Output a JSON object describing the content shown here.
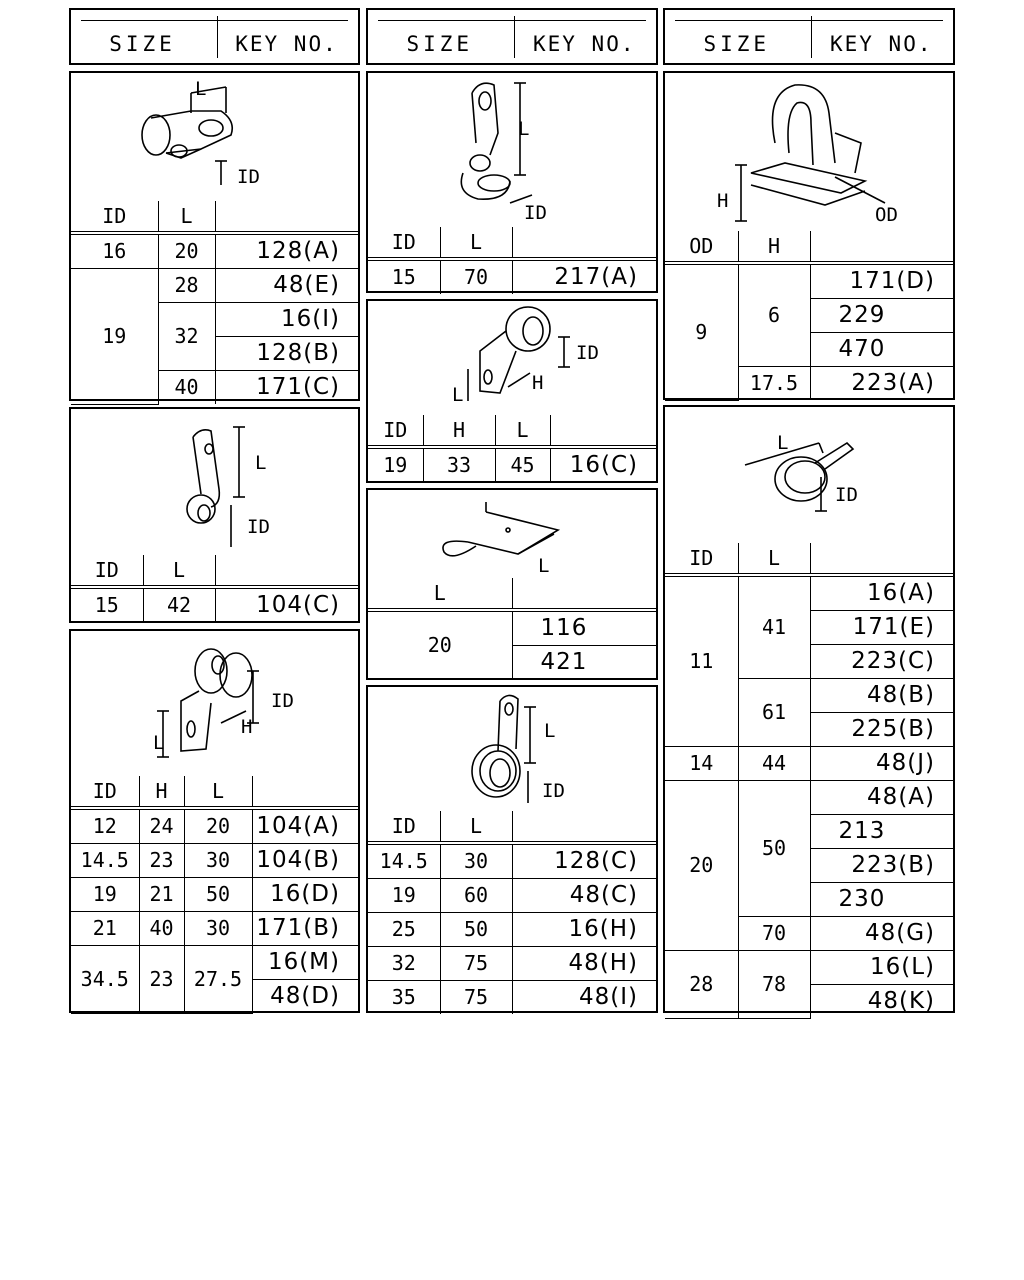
{
  "header": {
    "size": "SIZE",
    "key_no": "KEY NO."
  },
  "clip1": {
    "labels": {
      "l": "L",
      "id": "ID"
    },
    "cols": [
      "ID",
      "L",
      ""
    ],
    "rows": [
      {
        "id": "16",
        "l": "20",
        "key": "128(A)"
      },
      {
        "id": "19",
        "l": "28",
        "key": "48(E)"
      },
      {
        "l": "32",
        "key": "16(I)"
      },
      {
        "key": "128(B)"
      },
      {
        "l": "40",
        "key": "171(C)"
      }
    ]
  },
  "clip2": {
    "labels": {
      "l": "L",
      "id": "ID"
    },
    "cols": [
      "ID",
      "L",
      ""
    ],
    "rows": [
      {
        "id": "15",
        "l": "42",
        "key": "104(C)"
      }
    ]
  },
  "clip3": {
    "labels": {
      "l": "L",
      "id": "ID",
      "h": "H"
    },
    "cols": [
      "ID",
      "H",
      "L",
      ""
    ],
    "rows": [
      {
        "id": "12",
        "h": "24",
        "l": "20",
        "key": "104(A)"
      },
      {
        "id": "14.5",
        "h": "23",
        "l": "30",
        "key": "104(B)"
      },
      {
        "id": "19",
        "h": "21",
        "l": "50",
        "key": "16(D)"
      },
      {
        "id": "21",
        "h": "40",
        "l": "30",
        "key": "171(B)"
      },
      {
        "id": "34.5",
        "h": "23",
        "l": "27.5",
        "key": "16(M)"
      },
      {
        "key": "48(D)"
      }
    ]
  },
  "clip4": {
    "labels": {
      "l": "L",
      "id": "ID"
    },
    "cols": [
      "ID",
      "L",
      ""
    ],
    "rows": [
      {
        "id": "15",
        "l": "70",
        "key": "217(A)"
      }
    ]
  },
  "clip5": {
    "labels": {
      "l": "L",
      "id": "ID",
      "h": "H"
    },
    "cols": [
      "ID",
      "H",
      "L",
      ""
    ],
    "rows": [
      {
        "id": "19",
        "h": "33",
        "l": "45",
        "key": "16(C)"
      }
    ]
  },
  "clip6": {
    "labels": {
      "l": "L"
    },
    "cols": [
      "L",
      ""
    ],
    "rows": [
      {
        "l": "20",
        "key": "116"
      },
      {
        "key": "421"
      }
    ]
  },
  "clip7": {
    "labels": {
      "l": "L",
      "id": "ID"
    },
    "cols": [
      "ID",
      "L",
      ""
    ],
    "rows": [
      {
        "id": "14.5",
        "l": "30",
        "key": "128(C)"
      },
      {
        "id": "19",
        "l": "60",
        "key": "48(C)"
      },
      {
        "id": "25",
        "l": "50",
        "key": "16(H)"
      },
      {
        "id": "32",
        "l": "75",
        "key": "48(H)"
      },
      {
        "id": "35",
        "l": "75",
        "key": "48(I)"
      }
    ]
  },
  "clip8": {
    "labels": {
      "h": "H",
      "od": "OD"
    },
    "cols": [
      "OD",
      "H",
      ""
    ],
    "rows": [
      {
        "od": "9",
        "h": "6",
        "key": "171(D)"
      },
      {
        "key": "229"
      },
      {
        "key": "470"
      },
      {
        "h": "17.5",
        "key": "223(A)"
      }
    ]
  },
  "clip9": {
    "labels": {
      "l": "L",
      "id": "ID"
    },
    "cols": [
      "ID",
      "L",
      ""
    ],
    "rows": [
      {
        "id": "11",
        "l": "41",
        "key": "16(A)"
      },
      {
        "key": "171(E)"
      },
      {
        "key": "223(C)"
      },
      {
        "l": "61",
        "key": "48(B)"
      },
      {
        "key": "225(B)"
      },
      {
        "id": "14",
        "l": "44",
        "key": "48(J)"
      },
      {
        "id": "20",
        "l": "50",
        "key": "48(A)"
      },
      {
        "key": "213"
      },
      {
        "key": "223(B)"
      },
      {
        "key": "230"
      },
      {
        "l": "70",
        "key": "48(G)"
      },
      {
        "id": "28",
        "l": "78",
        "key": "16(L)"
      },
      {
        "key": "48(K)"
      }
    ]
  }
}
